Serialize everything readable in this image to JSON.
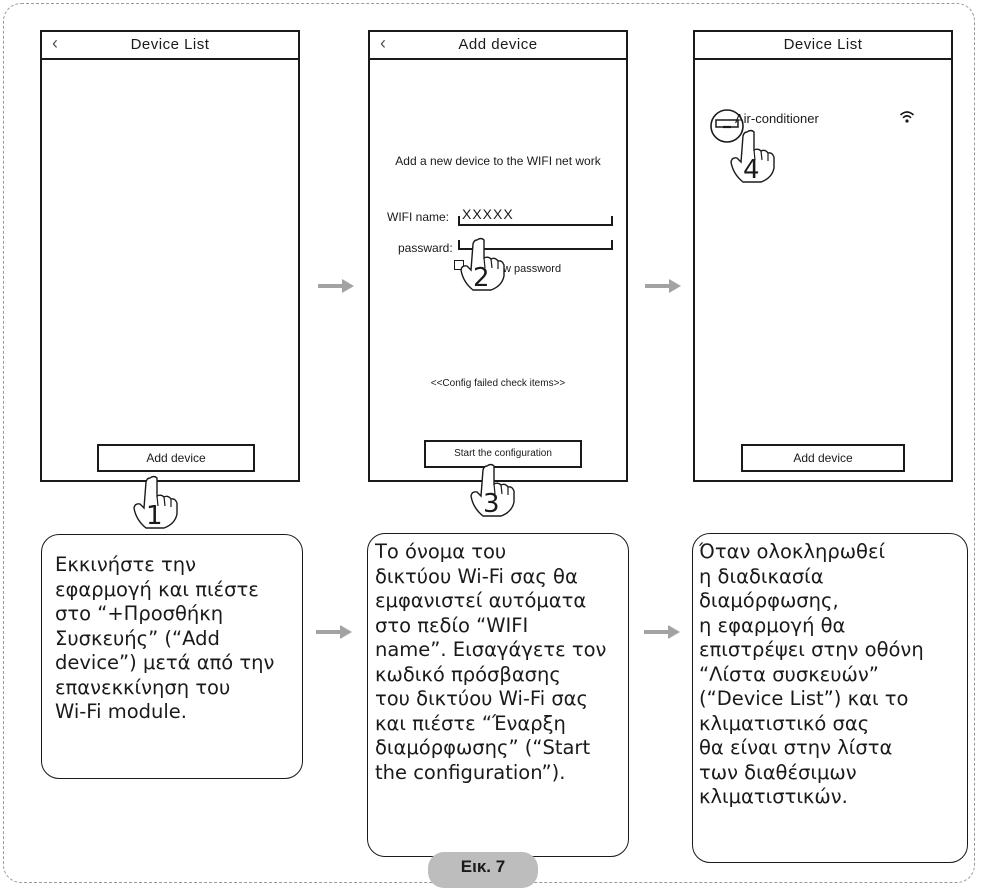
{
  "screens": [
    {
      "title": "Device List",
      "button": "Add device",
      "step": "1"
    },
    {
      "title": "Add device",
      "intro": "Add a new device to the WIFI net work",
      "wifi_label": "WIFI name:",
      "wifi_value": "XXXXX",
      "password_label": "passward:",
      "show_password": "w password",
      "check_items": "<<Config failed check items>>",
      "button": "Start the configuration",
      "step_password": "2",
      "step_button": "3"
    },
    {
      "title": "Device List",
      "device": "Air-conditioner",
      "button": "Add device",
      "step": "4"
    }
  ],
  "captions": [
    "Εκκινήστε την\nεφαρμογή και πιέστε\nστο “+Προσθήκη\nΣυσκευής” (“Add\ndevice”) μετά από την\nεπανεκκίνηση του\nWi-Fi module.",
    "Το όνομα του\nδικτύου Wi-Fi σας θα\nεμφανιστεί αυτόματα\nστο πεδίο “WIFI\nname”. Εισαγάγετε τον\nκωδικό πρόσβασης\nτου δικτύου Wi-Fi σας\nκαι πιέστε “Έναρξη\nδιαμόρφωσης” (“Start\nthe configuration”).",
    "Όταν ολοκληρωθεί\nη διαδικασία\nδιαμόρφωσης,\nη εφαρμογή θα\nεπιστρέψει στην οθόνη\n“Λίστα συσκευών”\n(“Device List”) και το\nκλιματιστικό σας\nθα είναι στην λίστα\nτων διαθέσιμων\nκλιματιστικών."
  ],
  "figure_label": "Εικ. 7",
  "colors": {
    "arrow": "#a3a3a3",
    "label_bg": "#bdbdbd"
  }
}
